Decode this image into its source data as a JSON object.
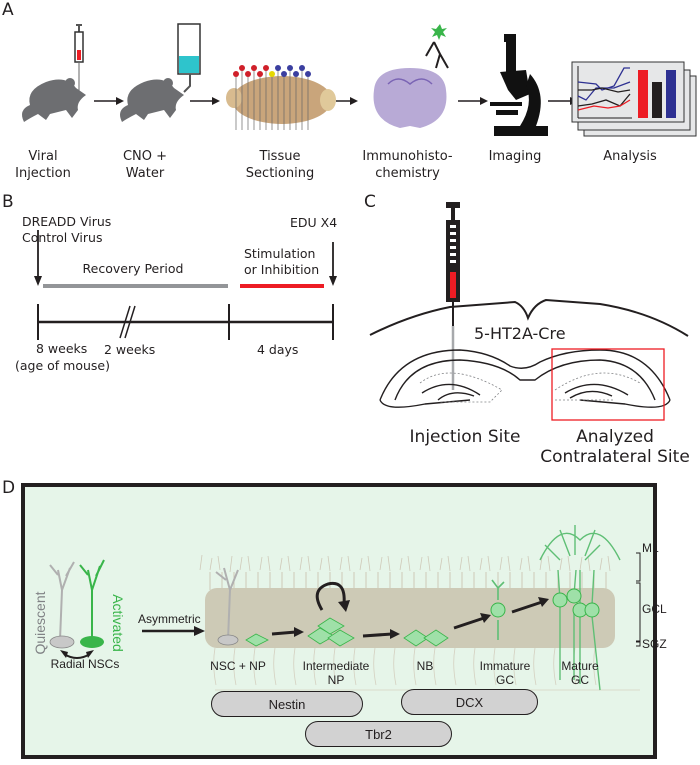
{
  "panels": {
    "A": {
      "letter": "A",
      "steps": [
        {
          "line1": "Viral",
          "line2": "Injection",
          "icon": "mouse-syringe"
        },
        {
          "line1": "CNO +",
          "line2": "Water",
          "icon": "mouse-water-bottle"
        },
        {
          "line1": "Tissue",
          "line2": "Sectioning",
          "icon": "brain-sectioning"
        },
        {
          "line1": "Immunohisto-",
          "line2": "chemistry",
          "icon": "brain-slice-antibody"
        },
        {
          "line1": "Imaging",
          "line2": "",
          "icon": "microscope"
        },
        {
          "line1": "Analysis",
          "line2": "",
          "icon": "charts-stack"
        }
      ]
    },
    "B": {
      "letter": "B",
      "start_label_1": "DREADD Virus",
      "start_label_2": "Control Virus",
      "end_label": "EDU X4",
      "recovery_label": "Recovery Period",
      "stim_label_1": "Stimulation",
      "stim_label_2": "or Inhibition",
      "tick_1": "8 weeks",
      "tick_1_sub": "(age of mouse)",
      "tick_2": "2 weeks",
      "tick_3": "4 days",
      "colors": {
        "recovery": "#939598",
        "stimulation": "#ed1c24"
      }
    },
    "C": {
      "letter": "C",
      "construct_label": "5-HT2A-Cre",
      "injection_label": "Injection Site",
      "analyzed_label_1": "Analyzed",
      "analyzed_label_2": "Contralateral Site",
      "colors": {
        "box": "#ed1c24",
        "syringe_fill": "#ed1c24"
      }
    },
    "D": {
      "letter": "D",
      "quiescent": "Quiescent",
      "activated": "Activated",
      "radial_nscs": "Radial NSCs",
      "asymmetric": "Asymmetric",
      "stages": [
        {
          "line1": "NSC + NP",
          "line2": ""
        },
        {
          "line1": "Intermediate",
          "line2": "NP"
        },
        {
          "line1": "NB",
          "line2": ""
        },
        {
          "line1": "Immature",
          "line2": "GC"
        },
        {
          "line1": "Mature",
          "line2": "GC"
        }
      ],
      "layers": [
        "ML",
        "GCL",
        "SGZ"
      ],
      "markers": [
        "Nestin",
        "DCX",
        "Tbr2"
      ],
      "colors": {
        "background": "#e6f5e9",
        "activated": "#39b54a",
        "cell_green": "#5fbf75"
      }
    }
  }
}
